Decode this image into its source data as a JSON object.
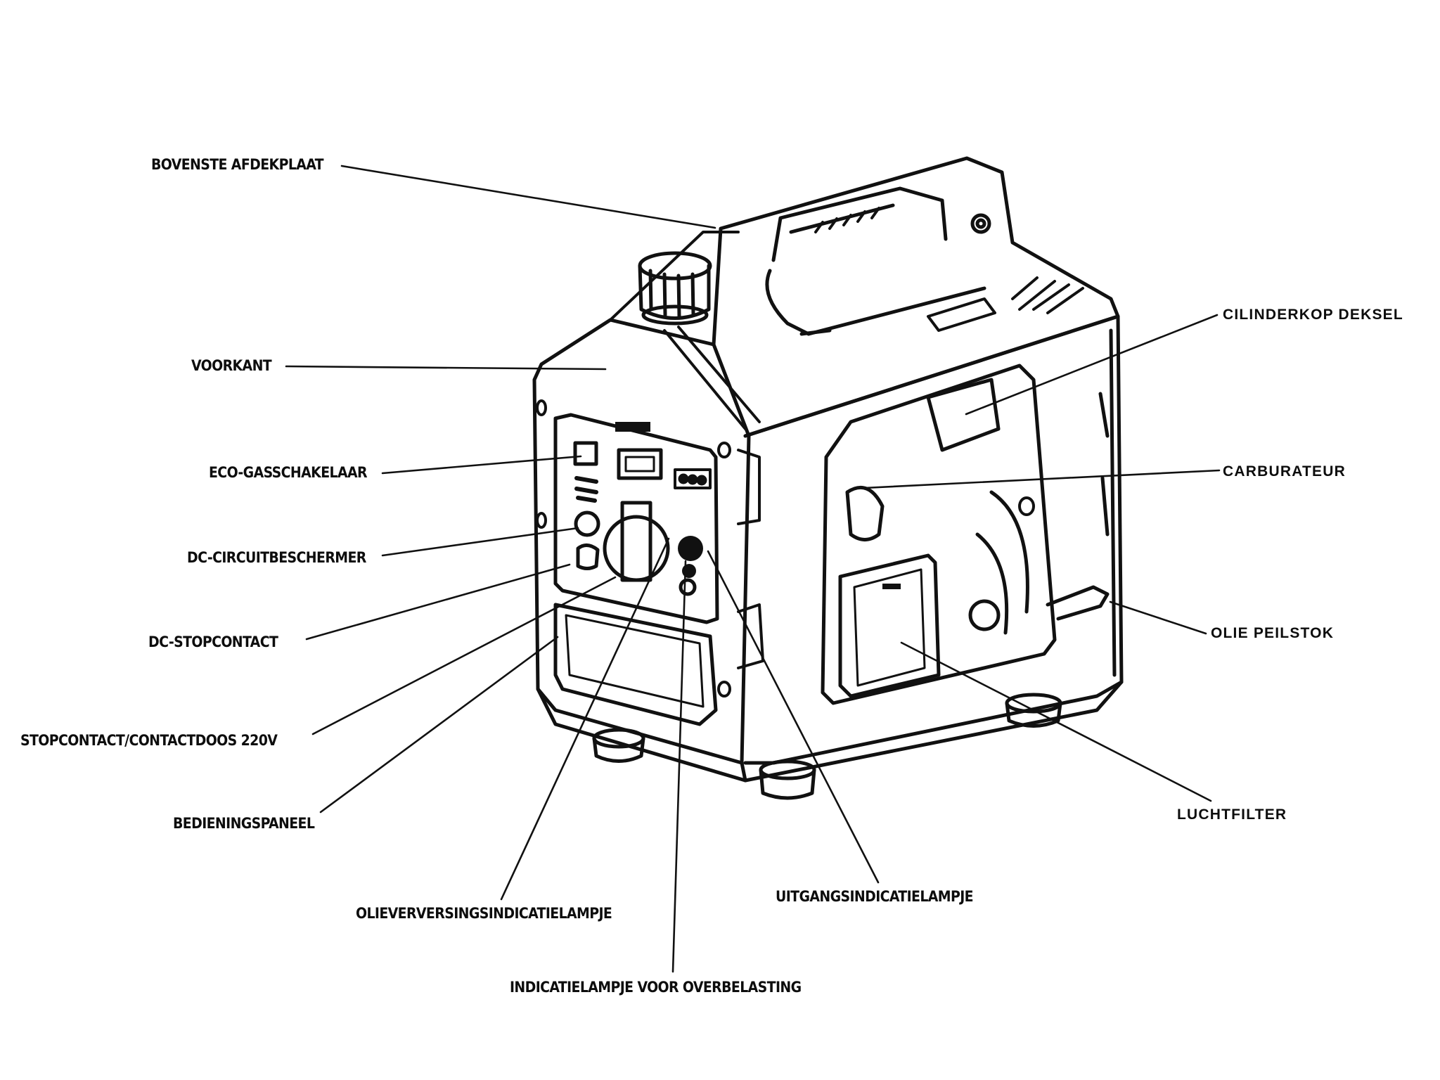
{
  "diagram": {
    "subject": "Inverter generator – onderdelen overzicht",
    "background_color": "#ffffff",
    "ink_color": "#111111",
    "labels": [
      {
        "id": "bovenste-afdekplaat",
        "text": "BOVENSTE AFDEKPLAAT",
        "side": "left",
        "points_to": "top cover plate"
      },
      {
        "id": "voorkant",
        "text": "VOORKANT",
        "side": "left",
        "points_to": "front panel"
      },
      {
        "id": "eco-gasschakelaar",
        "text": "ECO-GASSCHAKELAAR",
        "side": "left",
        "points_to": "eco throttle switch"
      },
      {
        "id": "dc-circuitbeschermer",
        "text": "DC-CIRCUITBESCHERMER",
        "side": "left",
        "points_to": "DC circuit protector"
      },
      {
        "id": "dc-stopcontact",
        "text": "DC-STOPCONTACT",
        "side": "left",
        "points_to": "DC outlet"
      },
      {
        "id": "stopcontact-220v",
        "text": "STOPCONTACT/CONTACTDOOS 220V",
        "side": "left",
        "points_to": "220V AC outlet"
      },
      {
        "id": "bedieningspaneel",
        "text": "BEDIENINGSPANEEL",
        "side": "left",
        "points_to": "control panel"
      },
      {
        "id": "olieverversingsindicatielampje",
        "text": "OLIEVERVERSINGSINDICATIELAMPJE",
        "side": "bottom",
        "points_to": "oil change indicator"
      },
      {
        "id": "indicatielampje-overbelasting",
        "text": "INDICATIELAMPJE VOOR OVERBELASTING",
        "side": "bottom",
        "points_to": "overload indicator"
      },
      {
        "id": "uitgangsindicatielampje",
        "text": "UITGANGSINDICATIELAMPJE",
        "side": "bottom",
        "points_to": "output indicator"
      },
      {
        "id": "cilinderkop-deksel",
        "text": "CILINDERKOP DEKSEL",
        "side": "right",
        "points_to": "cylinder head cover"
      },
      {
        "id": "carburateur",
        "text": "CARBURATEUR",
        "side": "right",
        "points_to": "carburetor"
      },
      {
        "id": "olie-peilstok",
        "text": "OLIE PEILSTOK",
        "side": "right",
        "points_to": "oil dipstick"
      },
      {
        "id": "luchtfilter",
        "text": "LUCHTFILTER",
        "side": "right",
        "points_to": "air filter"
      }
    ]
  }
}
